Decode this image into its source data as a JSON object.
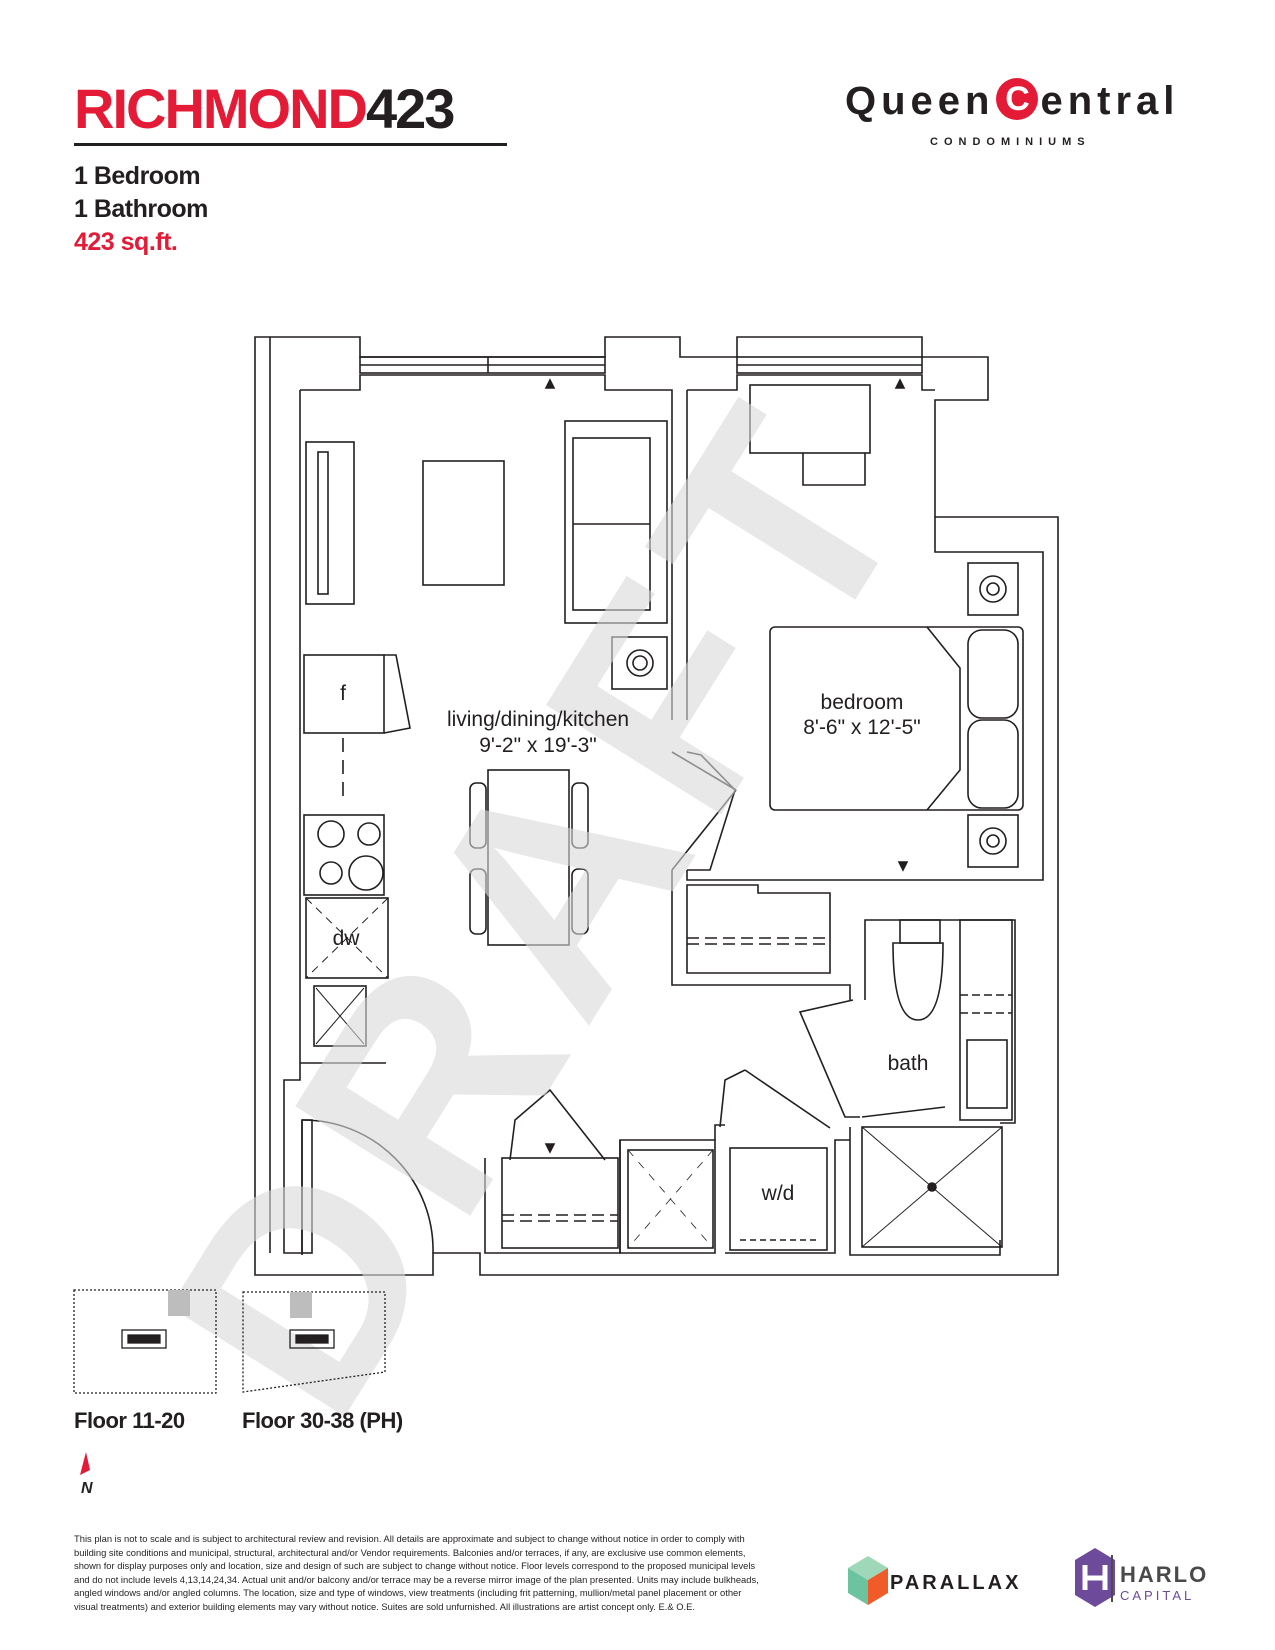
{
  "header": {
    "title_red": "RICHMOND",
    "title_black": "423",
    "bedrooms": "1 Bedroom",
    "bathrooms": "1 Bathroom",
    "area": "423 sq.ft."
  },
  "brand": {
    "name_before": "Queen",
    "name_c": "C",
    "name_after": "entral",
    "subtitle": "CONDOMINIUMS",
    "accent_color": "#e31b37"
  },
  "plan": {
    "watermark": "DRAFT",
    "rooms": {
      "living_name": "living/dining/kitchen",
      "living_size": "9'-2\" x 19'-3\"",
      "bedroom_name": "bedroom",
      "bedroom_size": "8'-6\" x 12'-5\"",
      "bath_name": "bath",
      "fridge": "f",
      "dishwasher": "dw",
      "washer_dryer": "w/d"
    }
  },
  "keyplans": [
    {
      "label": "Floor 11-20"
    },
    {
      "label": "Floor 30-38 (PH)"
    }
  ],
  "north": "N",
  "disclaimer": "This plan is not to scale and is subject to architectural review and revision. All details are approximate and subject to change without notice in order to comply with building site conditions and municipal, structural, architectural and/or Vendor requirements. Balconies and/or terraces, if any, are exclusive use common elements, shown for display purposes only and location, size and design of such are subject to change without notice. Floor levels correspond to the proposed municipal levels and do not include levels 4,13,14,24,34. Actual unit and/or balcony and/or terrace may be a reverse mirror image of the plan presented. Units may include bulkheads, angled windows and/or angled columns. The location, size and type of windows, view treatments (including frit patterning, mullion/metal panel placement or other visual treatments) and exterior building elements may vary without notice. Suites are sold unfurnished. All illustrations are artist concept only. E.& O.E.",
  "developers": {
    "parallax": "PARALLAX",
    "harlo": "HARLO",
    "harlo_sub": "CAPITAL"
  }
}
